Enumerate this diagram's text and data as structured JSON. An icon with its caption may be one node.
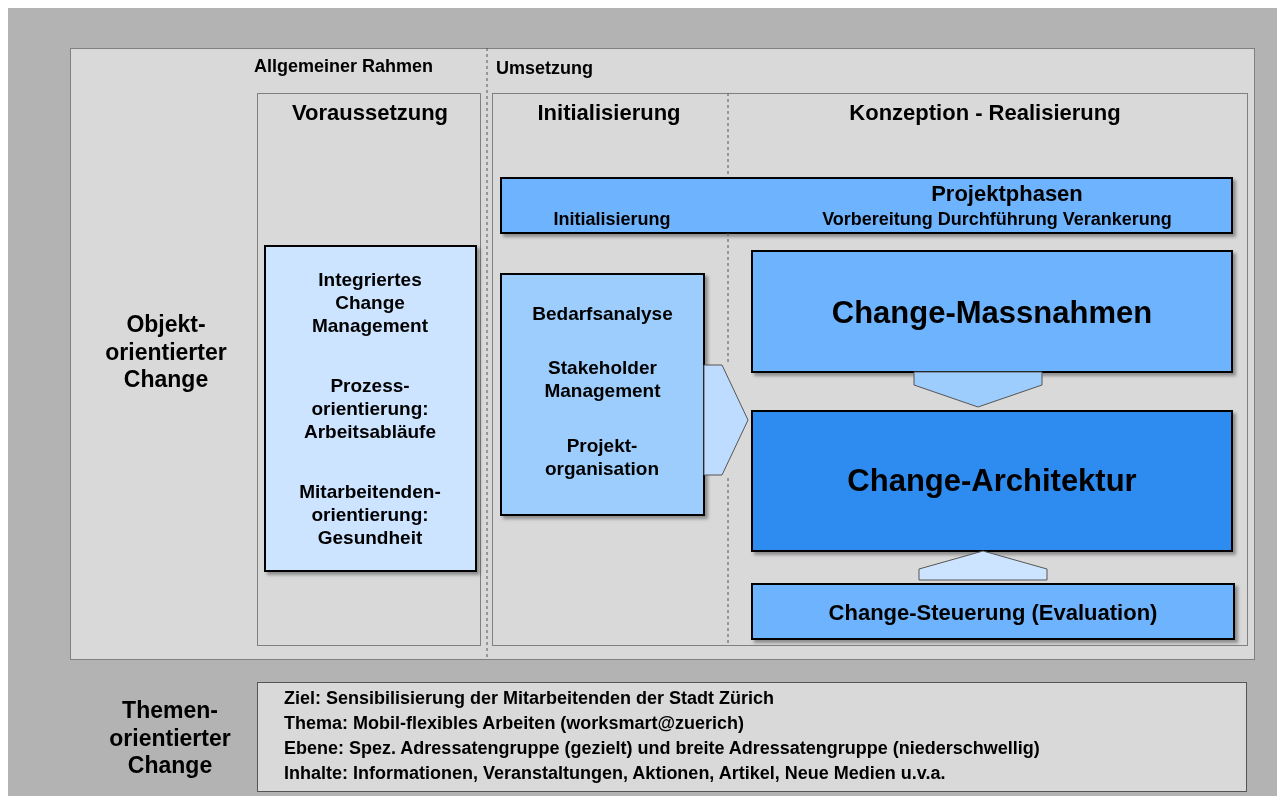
{
  "diagram": {
    "nodes": [
      {
        "text": [
          "Objekt- orientierter Change"
        ]
      },
      {
        "text": [
          "Voraussetzung"
        ],
        "in": 0
      },
      {
        "text": [
          "Integriertes Change Management",
          "Prozess- orientierung: Arbeitsabläufe",
          "Mitarbeitenden- orientierung: Gesundheit"
        ],
        "in": 1
      },
      {
        "text": [
          "Initialisierung",
          "Konzeption - Realisierung"
        ],
        "in": 0
      },
      {
        "text": [
          "Projektphasen",
          "Initialisierung",
          "Vorbereitung Durchführung Verankerung"
        ],
        "in": 3
      },
      {
        "text": [
          "Bedarfsanalyse",
          "Stakeholder Management",
          "Projekt- organisation"
        ],
        "in": 3
      },
      {
        "text": [
          "Change-Massnahmen"
        ],
        "in": 3
      },
      {
        "text": [
          "Change-Architektur"
        ],
        "in": 3
      },
      {
        "text": [
          "Change-Steuerung (Evaluation)"
        ],
        "in": 3
      },
      {
        "text": [
          "Ziel: Sensibilisierung der Mitarbeitenden der Stadt Zürich",
          "Thema: Mobil-flexibles Arbeiten (worksmart@zuerich)",
          "Ebene: Spez. Adressatengruppe (gezielt) und breite Adressatengruppe (niederschwellig)",
          "Inhalte: Informationen, Veranstaltungen, Aktionen, Artikel, Neue Medien u.v.a."
        ],
        "beside": [
          "Themen- orientierter Change"
        ]
      }
    ],
    "edges": [
      {
        "from": 5,
        "to": 7,
        "arrow": "to"
      },
      {
        "from": 6,
        "to": 7,
        "arrow": "to"
      },
      {
        "from": 8,
        "to": 7,
        "arrow": "to"
      }
    ],
    "labels": [
      "Allgemeiner Rahmen",
      "Umsetzung"
    ]
  }
}
